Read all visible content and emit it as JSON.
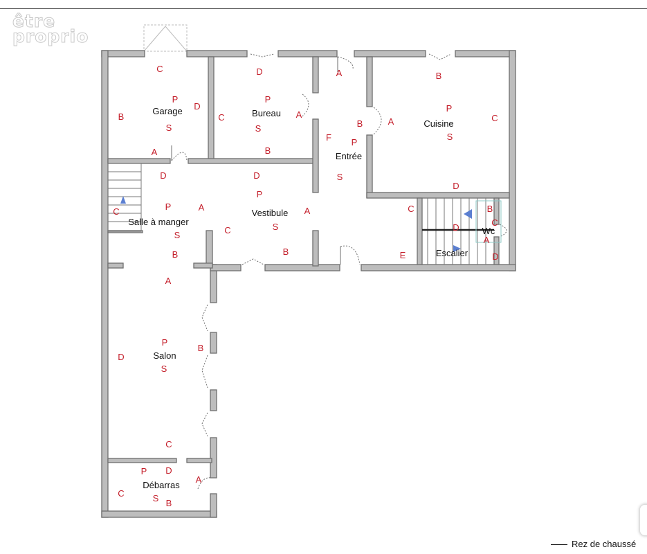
{
  "watermark": {
    "line1": "être",
    "line2": "proprio"
  },
  "rooms": {
    "garage": "Garage",
    "bureau": "Bureau",
    "entree": "Entrée",
    "cuisine": "Cuisine",
    "salle_a_manger": "Salle à manger",
    "vestibule": "Vestibule",
    "escalier": "Escalier",
    "wc": "Wc",
    "salon": "Salon",
    "debarras": "Débarras"
  },
  "legend": {
    "label": "Rez de chaussé"
  },
  "colors": {
    "wall": "#bdbdbd",
    "mark": "#c41e2a",
    "stair_arrow": "#5b7fd1"
  }
}
